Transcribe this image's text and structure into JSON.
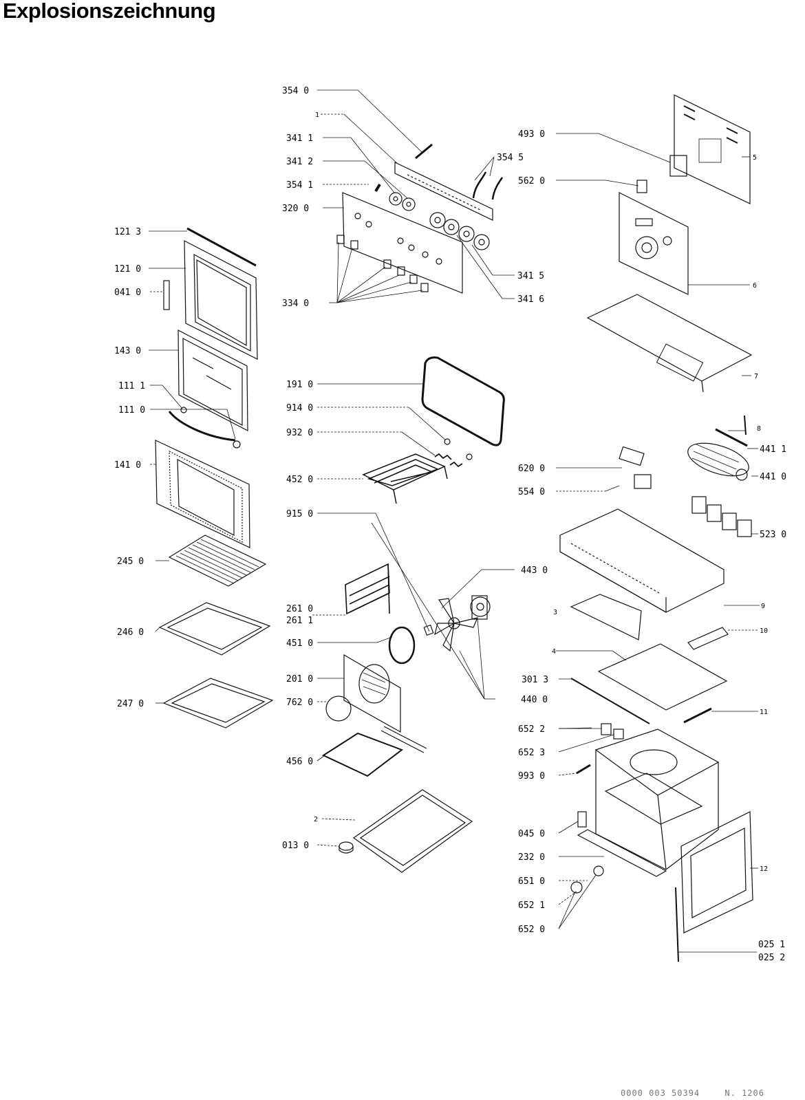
{
  "title": "Explosionszeichnung",
  "footer": {
    "code": "0000 003 50394",
    "sheet": "N. 1206"
  },
  "callouts": {
    "c3540": "354 0",
    "c1": "1",
    "c3411": "341 1",
    "c3412": "341 2",
    "c3541": "354 1",
    "c3200": "320 0",
    "c3340": "334 0",
    "c3545": "354 5",
    "c4930": "493 0",
    "c5620": "562 0",
    "c3415": "341 5",
    "c3416": "341 6",
    "c5": "5",
    "c6": "6",
    "c7": "7",
    "c1213": "121 3",
    "c1210": "121 0",
    "c0410": "041 0",
    "c1430": "143 0",
    "c1111": "111 1",
    "c1110": "111 0",
    "c1410": "141 0",
    "c2450": "245 0",
    "c2460": "246 0",
    "c2470": "247 0",
    "c1910": "191 0",
    "c9140": "914 0",
    "c9320": "932 0",
    "c4520": "452 0",
    "c9150": "915 0",
    "c2610": "261 0",
    "c2611": "261 1",
    "c4510": "451 0",
    "c2010": "201 0",
    "c7620": "762 0",
    "c4560": "456 0",
    "c2": "2",
    "c0130": "013 0",
    "c8": "8",
    "c4411": "441 1",
    "c4410": "441 0",
    "c6200": "620 0",
    "c5540": "554 0",
    "c5230": "523 0",
    "c4430": "443 0",
    "c9": "9",
    "c3": "3",
    "c10": "10",
    "c4": "4",
    "c3013": "301 3",
    "c4400": "440 0",
    "c11": "11",
    "c6522": "652 2",
    "c6523": "652 3",
    "c9930": "993 0",
    "c0450": "045 0",
    "c2320": "232 0",
    "c6510": "651 0",
    "c6521": "652 1",
    "c6520": "652 0",
    "c12": "12",
    "c0251": "025 1",
    "c0252": "025 2"
  }
}
